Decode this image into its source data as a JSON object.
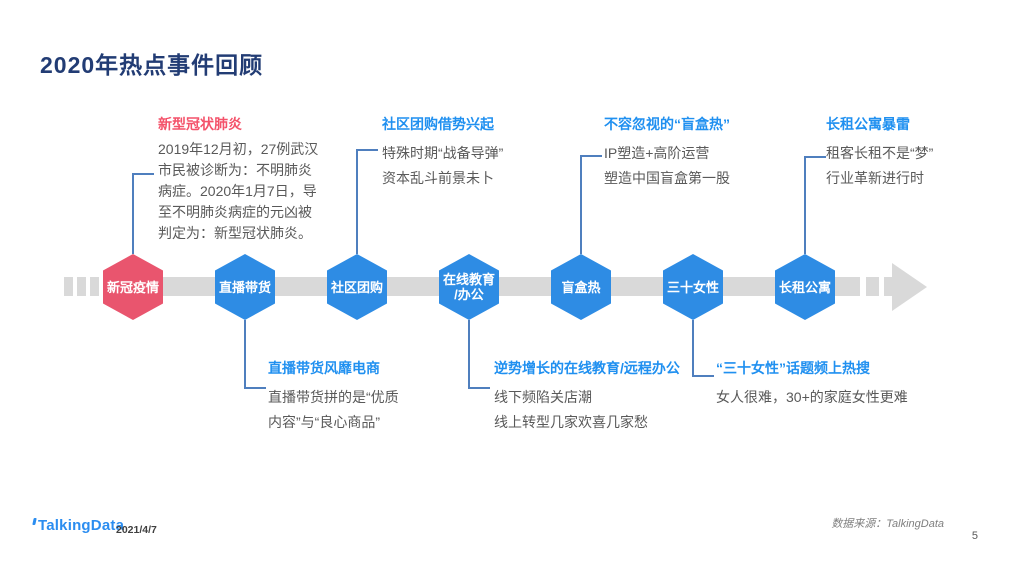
{
  "page": {
    "title": "2020年热点事件回顾",
    "colors": {
      "title_navy": "#223c74",
      "accent_blue": "#2e8ce4",
      "accent_red": "#e9556e",
      "note_title_blue": "#2090f0",
      "note_title_red": "#f4526a",
      "body_gray": "#595959",
      "track_gray": "#d9d9d9",
      "connector_blue": "#4f7fbe"
    }
  },
  "chart_data": {
    "type": "table",
    "title": "2020年热点事件回顾",
    "layout": "horizontal-timeline",
    "events": [
      {
        "node": "新冠疫情",
        "position": 1,
        "side": "top",
        "annotation": "新型冠状肺炎"
      },
      {
        "node": "直播带货",
        "position": 2,
        "side": "bottom",
        "annotation": "直播带货风靡电商"
      },
      {
        "node": "社区团购",
        "position": 3,
        "side": "top",
        "annotation": "社区团购借势兴起"
      },
      {
        "node": "在线教育/办公",
        "position": 4,
        "side": "bottom",
        "annotation": "逆势增长的在线教育/远程办公"
      },
      {
        "node": "盲盒热",
        "position": 5,
        "side": "top",
        "annotation": "不容忽视的“盲盒热”"
      },
      {
        "node": "三十女性",
        "position": 6,
        "side": "bottom",
        "annotation": "“三十女性”话题频上热搜"
      },
      {
        "node": "长租公寓",
        "position": 7,
        "side": "top",
        "annotation": "长租公寓暴雷"
      }
    ]
  },
  "timeline": {
    "nodes": [
      {
        "label": "新冠疫情"
      },
      {
        "label": "直播带货"
      },
      {
        "label": "社区团购"
      },
      {
        "label": "在线教育\n/办公"
      },
      {
        "label": "盲盒热"
      },
      {
        "label": "三十女性"
      },
      {
        "label": "长租公寓"
      }
    ]
  },
  "notes": {
    "top": [
      {
        "title": "新型冠状肺炎",
        "lines": [
          "2019年12月初，27例武汉",
          "市民被诊断为：不明肺炎",
          "病症。2020年1月7日，导",
          "至不明肺炎病症的元凶被",
          "判定为：新型冠状肺炎。"
        ]
      },
      {
        "title": "社区团购借势兴起",
        "lines": [
          "特殊时期“战备导弹”",
          "资本乱斗前景未卜"
        ]
      },
      {
        "title": "不容忽视的“盲盒热”",
        "lines": [
          "IP塑造+高阶运营",
          "塑造中国盲盒第一股"
        ]
      },
      {
        "title": "长租公寓暴雷",
        "lines": [
          "租客长租不是“梦”",
          "行业革新进行时"
        ]
      }
    ],
    "bottom": [
      {
        "title": "直播带货风靡电商",
        "lines": [
          "直播带货拼的是“优质",
          "内容”与“良心商品”"
        ]
      },
      {
        "title": "逆势增长的在线教育/远程办公",
        "lines": [
          "线下频陷关店潮",
          "线上转型几家欢喜几家愁"
        ]
      },
      {
        "title": "“三十女性”话题频上热搜",
        "lines": [
          "女人很难，30+的家庭女性更难"
        ]
      }
    ]
  },
  "footer": {
    "logo": "TalkingData",
    "date": "2021/4/7",
    "source": "数据来源：TalkingData",
    "page_number": "5"
  }
}
